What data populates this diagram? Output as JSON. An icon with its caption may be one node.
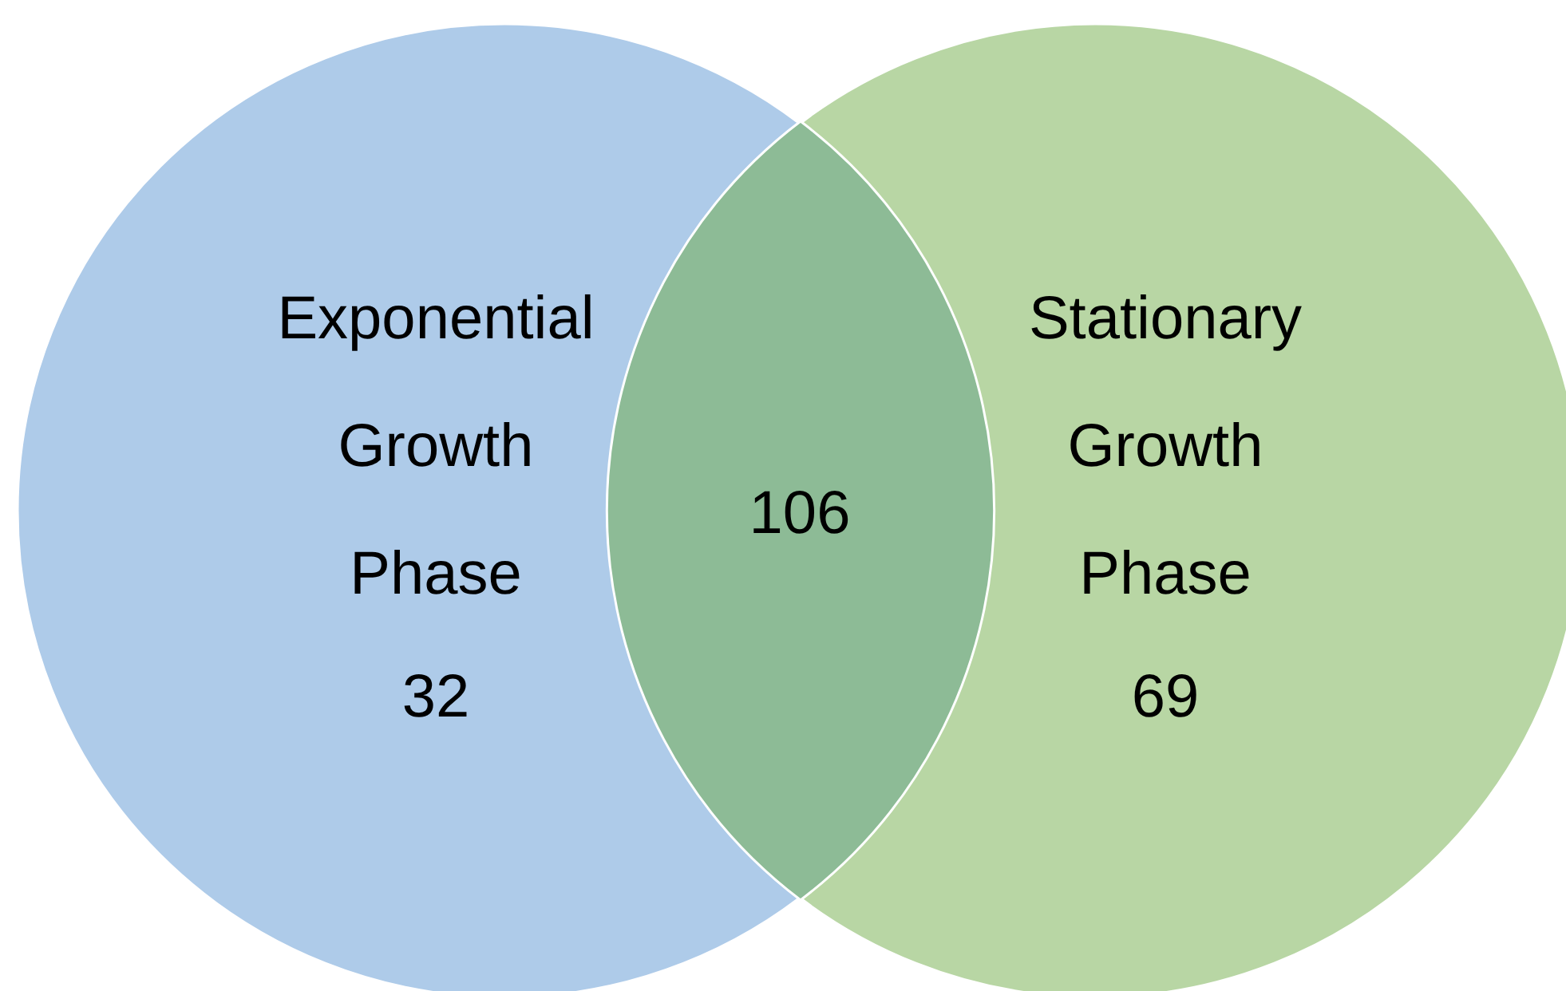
{
  "diagram": {
    "nodes": [
      {
        "text": [
          "Exponential Growth Phase",
          "32"
        ]
      },
      {
        "text": [
          "Stationary Growth Phase",
          "69"
        ]
      },
      {
        "text": [
          "106"
        ]
      }
    ]
  }
}
